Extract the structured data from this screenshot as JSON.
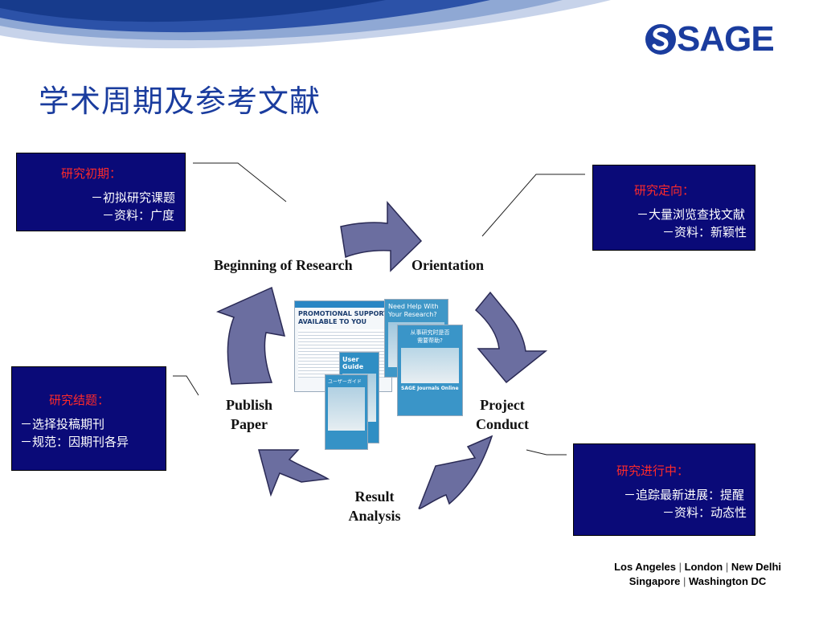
{
  "slide": {
    "title": "学术周期及参考文献"
  },
  "logo": {
    "text": "SAGE",
    "icon": "sage-s-circle-icon",
    "color": "#1a3c9e"
  },
  "boxes": {
    "beginning": {
      "heading": "研究初期：",
      "lines": [
        "－初拟研究课题",
        "－资料：广度"
      ]
    },
    "orientation": {
      "heading": "研究定向：",
      "lines": [
        "－大量浏览查找文献",
        "－资料：新颖性"
      ]
    },
    "conclusion": {
      "heading": "研究结题：",
      "lines": [
        "－选择投稿期刊",
        "－规范：因期刊各异"
      ]
    },
    "progress": {
      "heading": "研究进行中：",
      "lines": [
        "－追踪最新进展：提醒",
        "－资料：动态性"
      ]
    }
  },
  "stages": {
    "beginning": "Beginning of Research",
    "orientation": "Orientation",
    "project_line1": "Project",
    "project_line2": "Conduct",
    "result_line1": "Result",
    "result_line2": "Analysis",
    "publish_line1": "Publish",
    "publish_line2": "Paper"
  },
  "brochures": {
    "promo_title_1": "PROMOTIONAL SUPPORT",
    "promo_title_2": "AVAILABLE TO YOU",
    "help_1": "Need Help With",
    "help_2": "Your Research?",
    "cn_help_1": "从事研究时是否",
    "cn_help_2": "需要帮助?",
    "user_guide": "User Guide",
    "jp_guide": "ユーザーガイド",
    "sage_journals": "SAGE Journals Online"
  },
  "footer": {
    "cities_line1": [
      "Los Angeles",
      "London",
      "New Delhi"
    ],
    "cities_line2": [
      "Singapore",
      "Washington DC"
    ],
    "separator": "|"
  },
  "colors": {
    "title": "#1a3c9e",
    "box_bg": "#0a0a78",
    "box_heading": "#ff2a2a",
    "arrow_fill": "#6b6ea0",
    "wave_dark": "#1c3f8f",
    "wave_light": "#8fa8d4"
  }
}
